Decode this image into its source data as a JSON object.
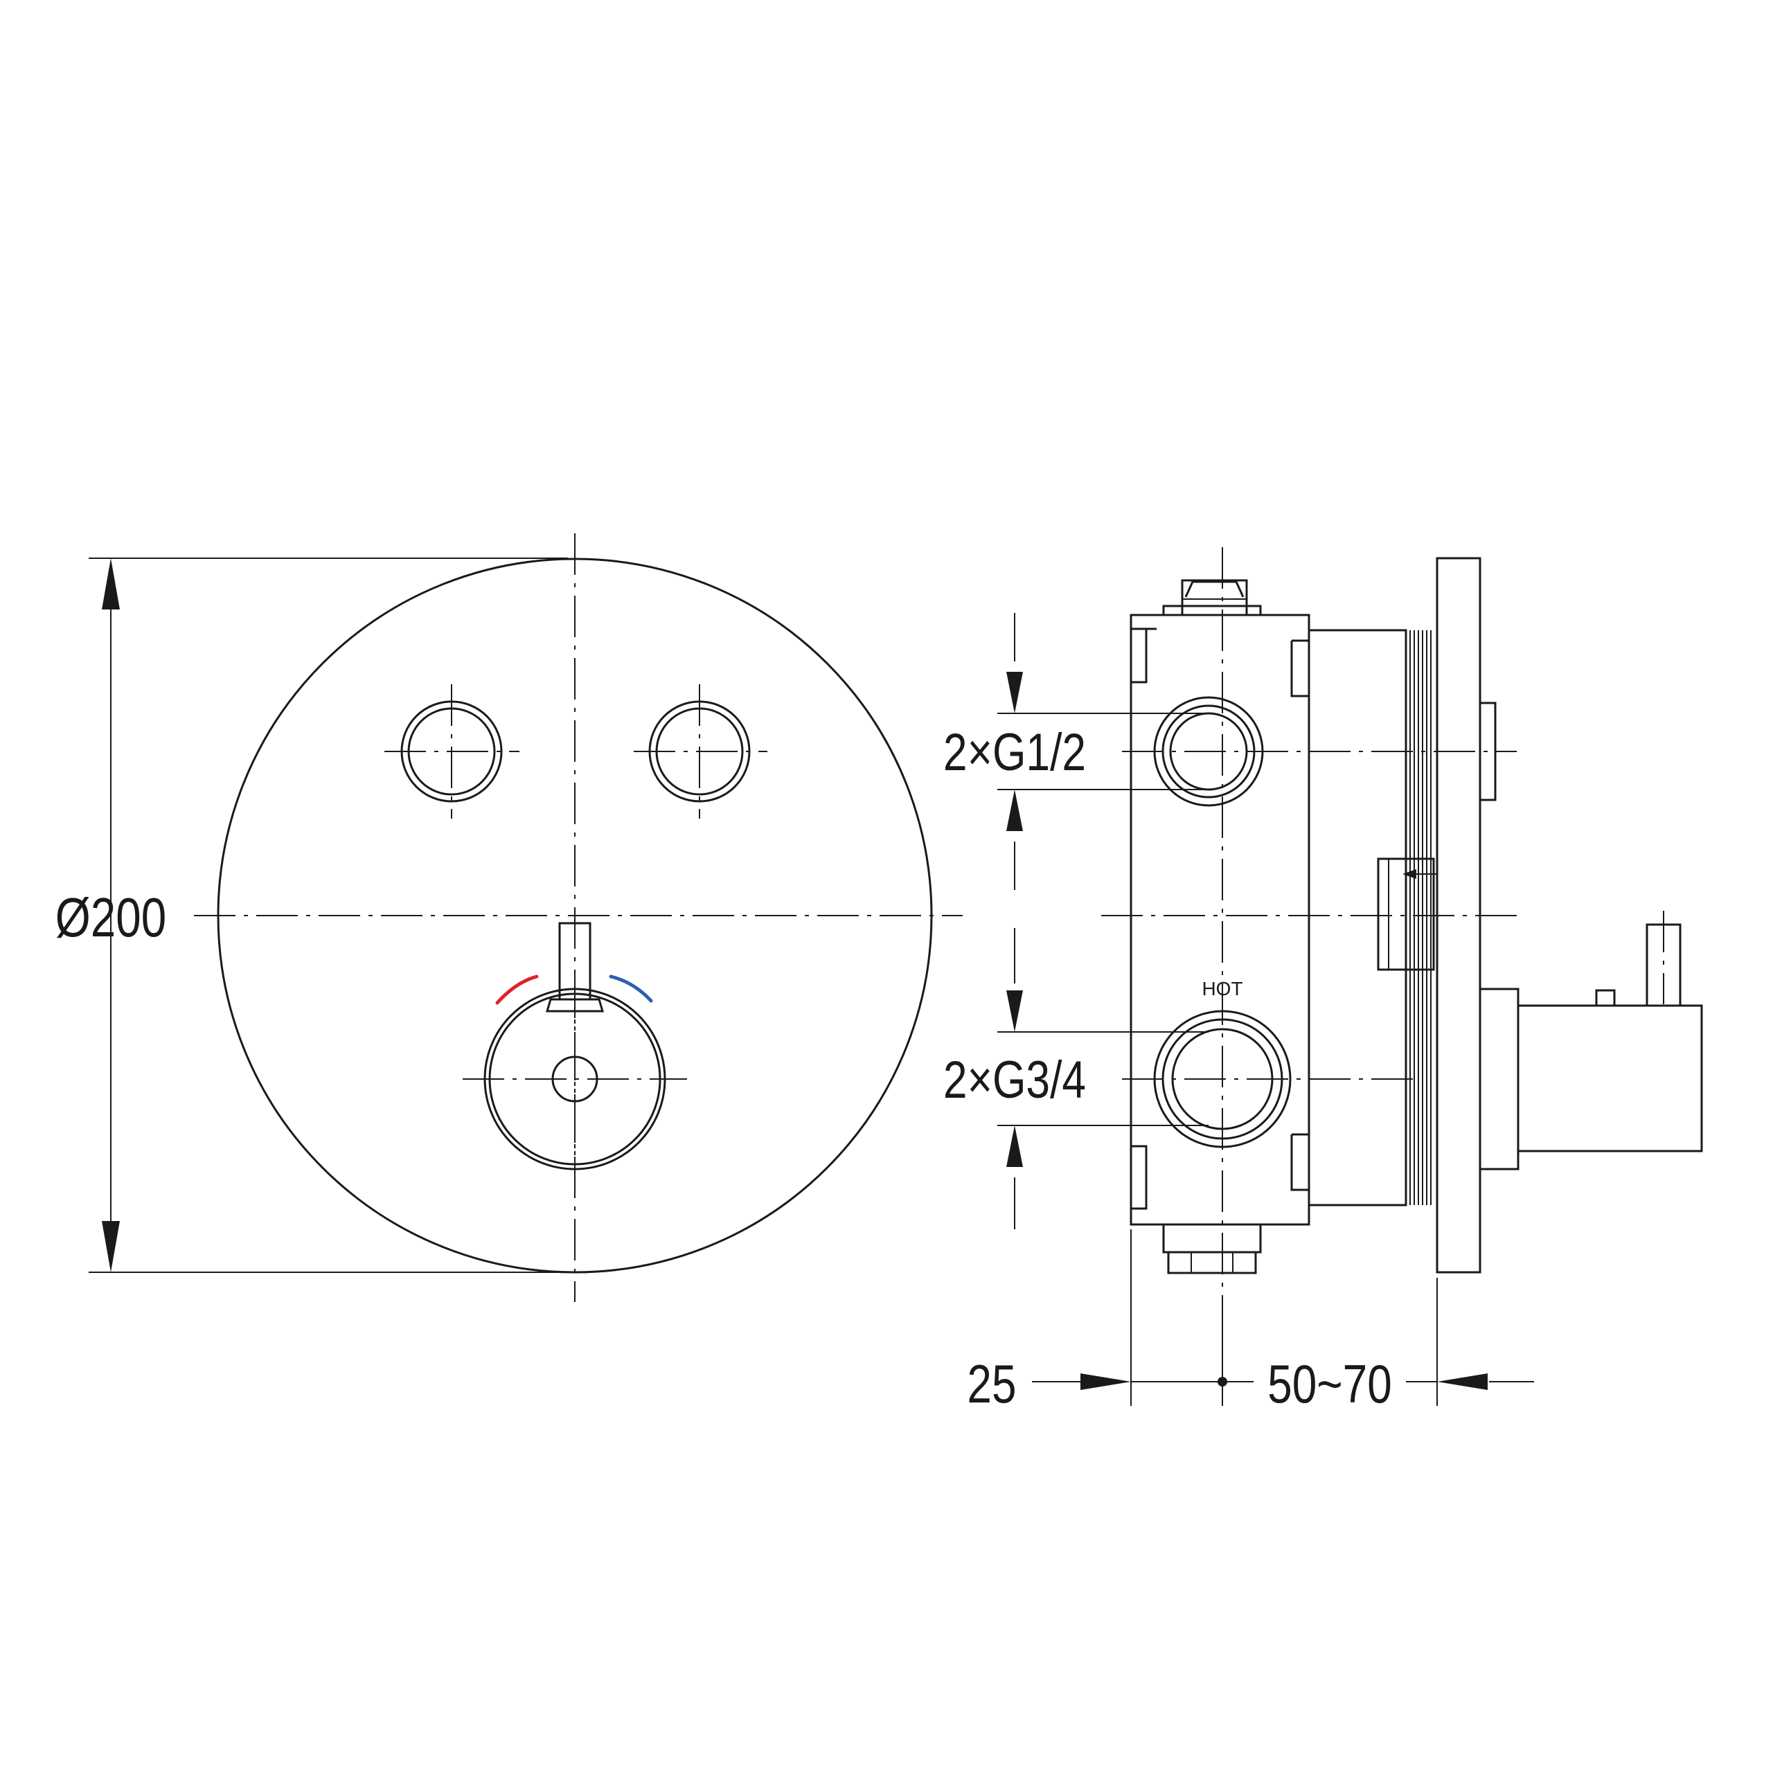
{
  "labels": {
    "diameter": "Ø200",
    "inlet_small": "2×G1/2",
    "inlet_large": "2×G3/4",
    "hot": "HOT",
    "depth_front": "25",
    "depth_range": "50~70"
  },
  "colors": {
    "line": "#1a1a1a",
    "hot_arc": "#e0222a",
    "cold_arc": "#2b5fb0",
    "background": "#ffffff"
  }
}
